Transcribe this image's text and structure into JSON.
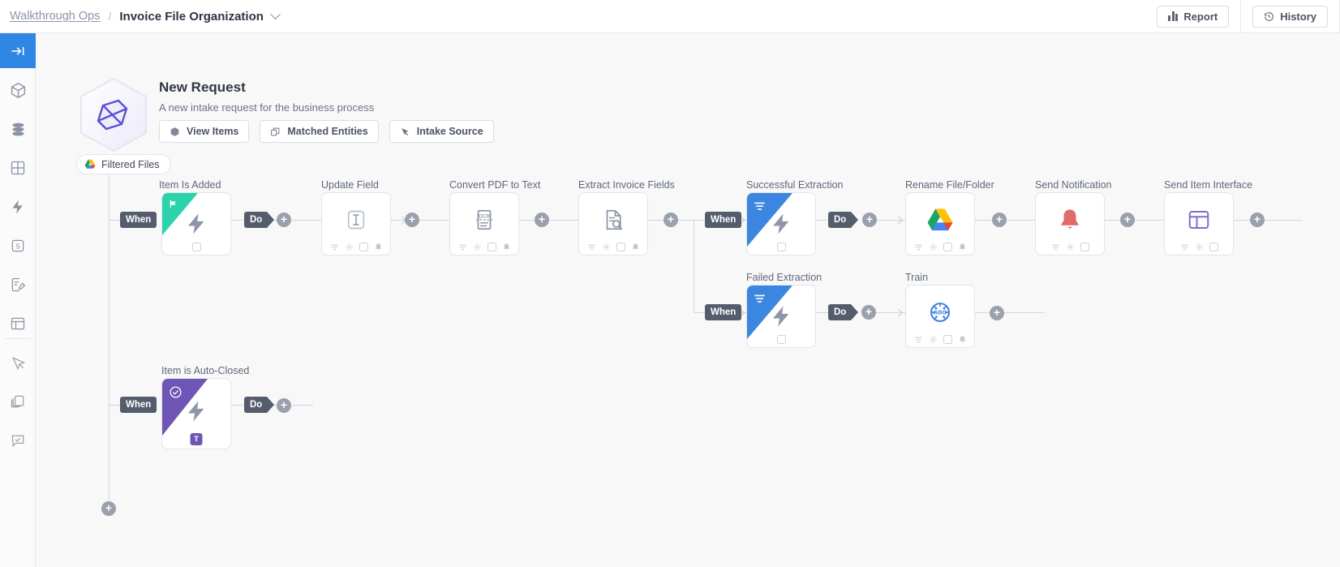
{
  "topbar": {
    "breadcrumb_parent": "Walkthrough Ops",
    "breadcrumb_sep": "/",
    "breadcrumb_current": "Invoice File Organization",
    "report_label": "Report",
    "history_label": "History"
  },
  "sidebar": {
    "items": [
      {
        "icon": "collapse-arrow-icon",
        "active": true
      },
      {
        "icon": "cube-icon"
      },
      {
        "icon": "database-icon"
      },
      {
        "icon": "grid-icon"
      },
      {
        "icon": "lightning-icon"
      },
      {
        "icon": "s-box-icon"
      },
      {
        "icon": "document-edit-icon"
      },
      {
        "icon": "layout-icon"
      },
      {
        "icon": "plug-cursor-icon"
      },
      {
        "icon": "layers-icon"
      },
      {
        "icon": "chat-check-icon"
      }
    ]
  },
  "header": {
    "title": "New Request",
    "subtitle": "A new intake request for the business process",
    "buttons": [
      {
        "label": "View Items",
        "icon": "cube-icon"
      },
      {
        "label": "Matched Entities",
        "icon": "copy-squares-icon"
      },
      {
        "label": "Intake Source",
        "icon": "plug-icon"
      }
    ],
    "source_chip": {
      "label": "Filtered Files",
      "icon": "google-drive-icon"
    }
  },
  "connectors": {
    "when_label": "When",
    "do_label": "Do",
    "plus_label": "+"
  },
  "nodes": [
    {
      "id": "item-is-added",
      "label": "Item Is Added",
      "type": "trigger",
      "corner_color": "#2ad3aa",
      "corner_icon": "flag-icon",
      "center_icon": "lightning-icon"
    },
    {
      "id": "update-field",
      "label": "Update Field",
      "type": "action",
      "center_icon": "text-cursor-icon"
    },
    {
      "id": "convert-pdf-to-text",
      "label": "Convert PDF to Text",
      "type": "action",
      "center_icon": "ocr-document-icon"
    },
    {
      "id": "extract-invoice-fields",
      "label": "Extract Invoice Fields",
      "type": "action",
      "center_icon": "document-search-icon"
    },
    {
      "id": "successful-extraction",
      "label": "Successful Extraction",
      "type": "trigger",
      "corner_color": "#3b86e0",
      "corner_icon": "filter-icon",
      "center_icon": "lightning-icon"
    },
    {
      "id": "failed-extraction",
      "label": "Failed Extraction",
      "type": "trigger",
      "corner_color": "#3b86e0",
      "corner_icon": "filter-icon",
      "center_icon": "lightning-icon"
    },
    {
      "id": "rename-file-folder",
      "label": "Rename File/Folder",
      "type": "action",
      "center_icon": "google-drive-icon"
    },
    {
      "id": "send-notification",
      "label": "Send Notification",
      "type": "action",
      "center_icon": "bell-icon"
    },
    {
      "id": "send-item-interface",
      "label": "Send Item Interface",
      "type": "action",
      "center_icon": "interface-panel-icon"
    },
    {
      "id": "train",
      "label": "Train",
      "type": "action",
      "center_icon": "abc-ai-icon"
    },
    {
      "id": "item-is-auto-closed",
      "label": "Item is Auto-Closed",
      "type": "trigger",
      "corner_color": "#6f55b5",
      "corner_icon": "check-circle-icon",
      "center_icon": "lightning-icon",
      "badge": "T"
    }
  ],
  "colors": {
    "accent_blue": "#2f86e4",
    "trigger_teal": "#2ad3aa",
    "trigger_blue": "#3b86e0",
    "trigger_purple": "#6f55b5",
    "bell_red": "#e06b6b",
    "canvas_bg": "#f8f8f9"
  }
}
